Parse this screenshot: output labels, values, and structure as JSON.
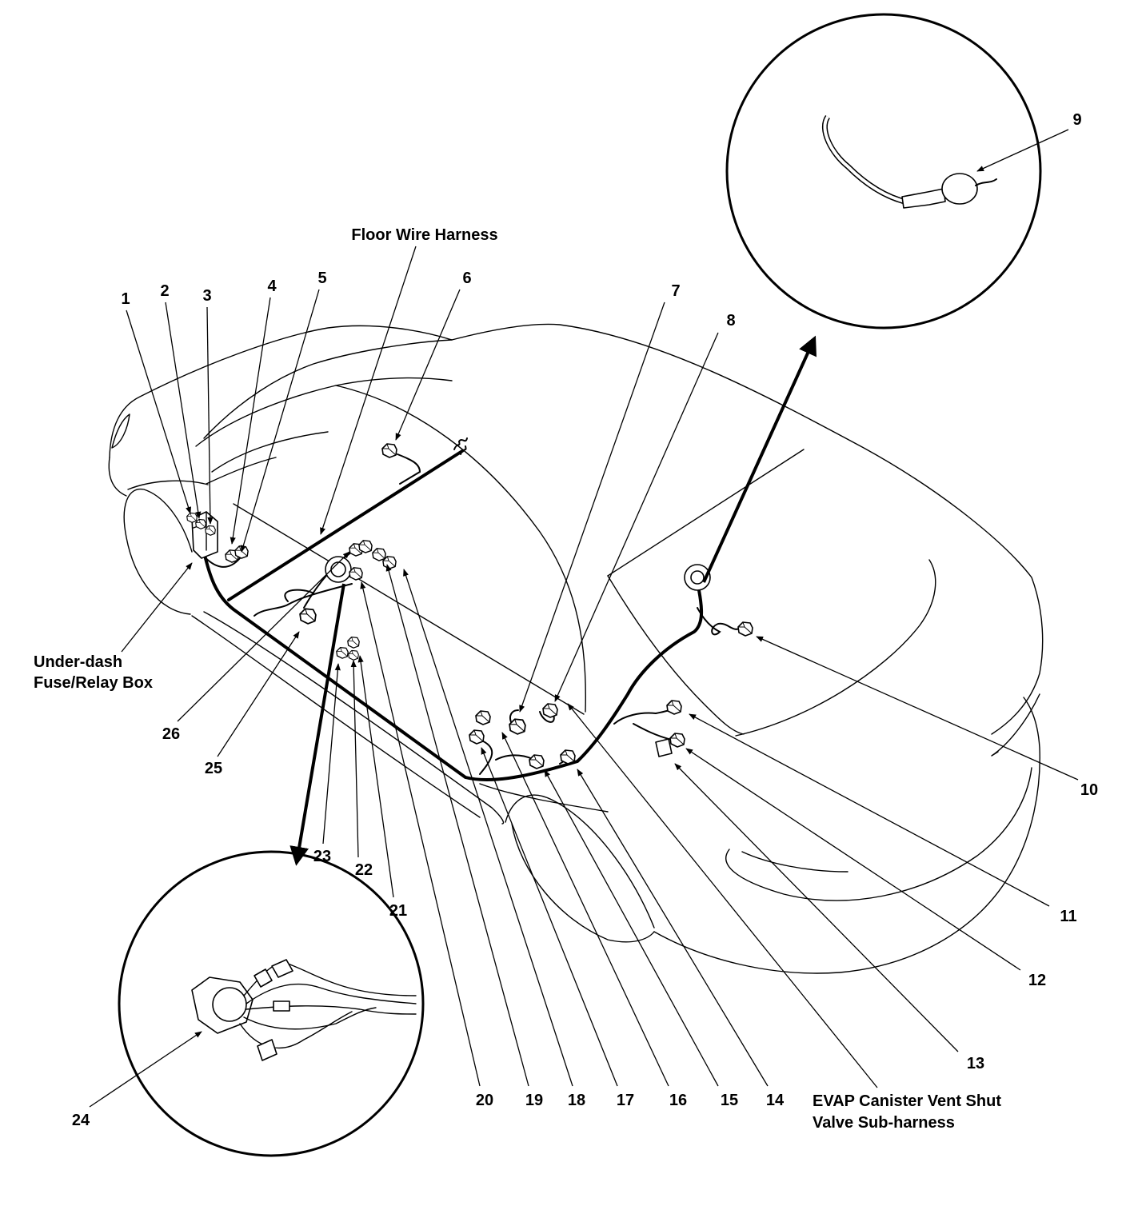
{
  "callouts": [
    "1",
    "2",
    "3",
    "4",
    "5",
    "6",
    "7",
    "8",
    "9",
    "10",
    "11",
    "12",
    "13",
    "14",
    "15",
    "16",
    "17",
    "18",
    "19",
    "20",
    "21",
    "22",
    "23",
    "24",
    "25",
    "26"
  ],
  "labels": {
    "floor_wire_harness": "Floor Wire Harness",
    "under_dash_line1": "Under-dash",
    "under_dash_line2": "Fuse/Relay Box",
    "evap_line1": "EVAP Canister Vent Shut",
    "evap_line2": "Valve Sub-harness"
  }
}
